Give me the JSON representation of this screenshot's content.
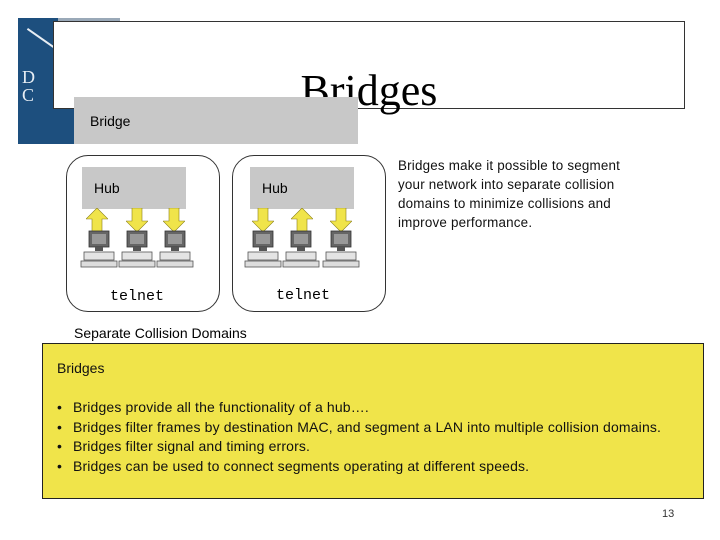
{
  "slide": {
    "title": "Bridges",
    "page_number": "13"
  },
  "diagram": {
    "bridge_label": "Bridge",
    "hub_left_label": "Hub",
    "hub_right_label": "Hub",
    "telnet_left": "telnet",
    "telnet_right": "telnet",
    "domains_caption": "Separate Collision Domains",
    "arrow_color": "#f0e44a",
    "icons": [
      "computer-icon",
      "up-arrow-icon",
      "down-arrow-icon"
    ]
  },
  "description": "Bridges make it possible to segment your network into separate collision domains to minimize collisions and improve performance.",
  "summary_box": {
    "title": "Bridges",
    "bullets": [
      "Bridges provide all the functionality of a hub….",
      "Bridges filter frames by destination MAC, and segment a LAN into multiple collision domains.",
      "Bridges filter signal and timing errors.",
      "Bridges can be used to connect segments operating at different speeds."
    ],
    "background": "#f0e44a"
  }
}
